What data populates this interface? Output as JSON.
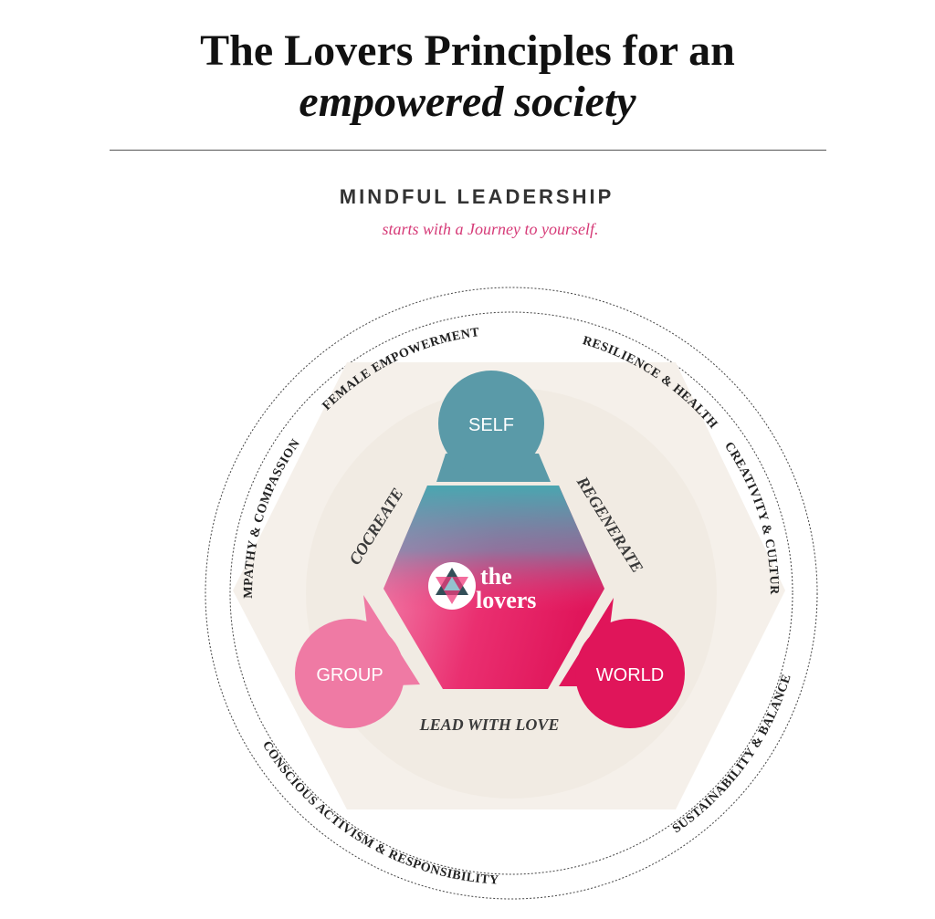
{
  "header": {
    "title_line1": "The Lovers Principles for an",
    "title_line2": "empowered society"
  },
  "section": {
    "heading": "MINDFUL LEADERSHIP",
    "tagline": "starts with a Journey to yourself."
  },
  "diagram": {
    "nodes": {
      "self": "SELF",
      "group": "GROUP",
      "world": "WORLD"
    },
    "edges": {
      "cocreate": "COCREATE",
      "regenerate": "REGENERATE",
      "lead": "LEAD WITH LOVE"
    },
    "logo": {
      "line1": "the",
      "line2": "lovers"
    },
    "ring_values": [
      "FEMALE EMPOWERMENT",
      "RESILIENCE & HEALTH",
      "CREATIVITY & CULTURE",
      "SUSTAINABILITY & BALANCE",
      "CONSCIOUS ACTIVISM & RESPONSIBILITY",
      "EMPATHY & COMPASSION"
    ],
    "colors": {
      "self": "#5a9aa8",
      "group": "#ef7aa4",
      "world": "#e0155a",
      "hexagon": "#f5f0ea",
      "tagline": "#d63b78"
    }
  }
}
